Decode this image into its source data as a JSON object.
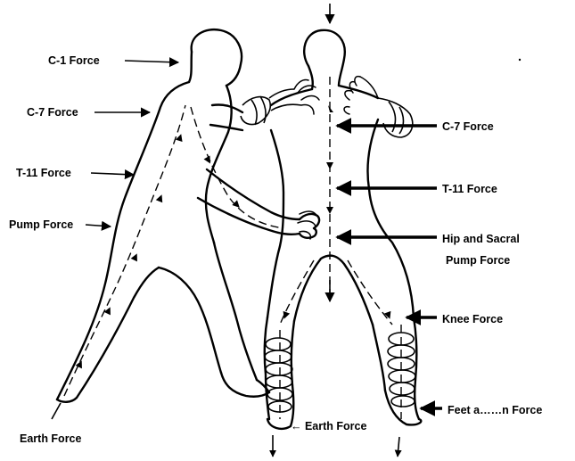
{
  "labels": {
    "c1_force": "C-1 Force",
    "c7_force_left": "C-7 Force",
    "t11_force_left": "T-11 Force",
    "pump_force": "Pump Force",
    "earth_force_left": "Earth Force",
    "c7_force_right": "C-7 Force",
    "t11_force_right": "T-11 Force",
    "hip_sacral_line1": "Hip and Sacral",
    "hip_sacral_line2": "Pump Force",
    "knee_force": "Knee Force",
    "feet_force": "Feet a……n Force",
    "earth_force_center": "← Earth Force"
  },
  "colors": {
    "ink": "#000000",
    "background": "#ffffff"
  }
}
